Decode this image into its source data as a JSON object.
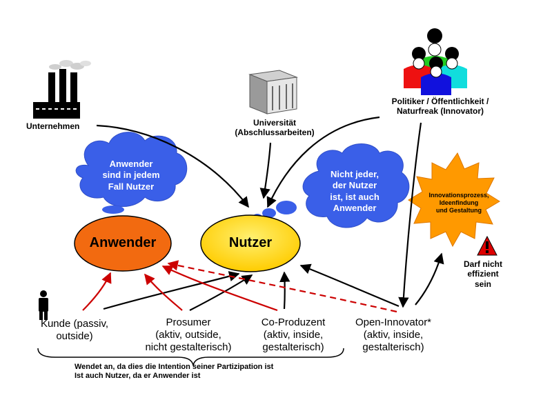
{
  "nodes": {
    "unternehmen": "Unternehmen",
    "universitaet": [
      "Universität",
      "(Abschlussarbeiten)"
    ],
    "politiker": [
      "Politiker / Öffentlichkeit /",
      "Naturfreak (Innovator)"
    ],
    "anwender": "Anwender",
    "nutzer": "Nutzer",
    "innovationsprozess": [
      "Innovationsprozess,",
      "Ideenfindung",
      "und Gestaltung"
    ],
    "warning": [
      "Darf nicht",
      "effizient",
      "sein"
    ]
  },
  "clouds": {
    "left": [
      "Anwender",
      "sind in jedem",
      "Fall Nutzer"
    ],
    "right": [
      "Nicht jeder,",
      "der Nutzer",
      "ist, ist auch",
      "Anwender"
    ]
  },
  "roles": {
    "kunde": [
      "Kunde (passiv,",
      "outside)"
    ],
    "prosumer": [
      "Prosumer",
      "(aktiv, outside,",
      "nicht gestalterisch)"
    ],
    "coproduzent": [
      "Co-Produzent",
      "(aktiv, inside,",
      "gestalterisch)"
    ],
    "openinnovator": [
      "Open-Innovator*",
      "(aktiv, inside,",
      "gestalterisch)"
    ]
  },
  "footnote": [
    "Wendet an, da dies die Intention seiner Partizipation ist",
    "Ist auch Nutzer, da er Anwender ist"
  ],
  "colors": {
    "anwender": "#f26a10",
    "nutzer": "#ffd700",
    "cloud": "#3a5fe8",
    "starburst": "#ff9900",
    "arrow_red": "#cc0000",
    "arrow_black": "#000000"
  }
}
